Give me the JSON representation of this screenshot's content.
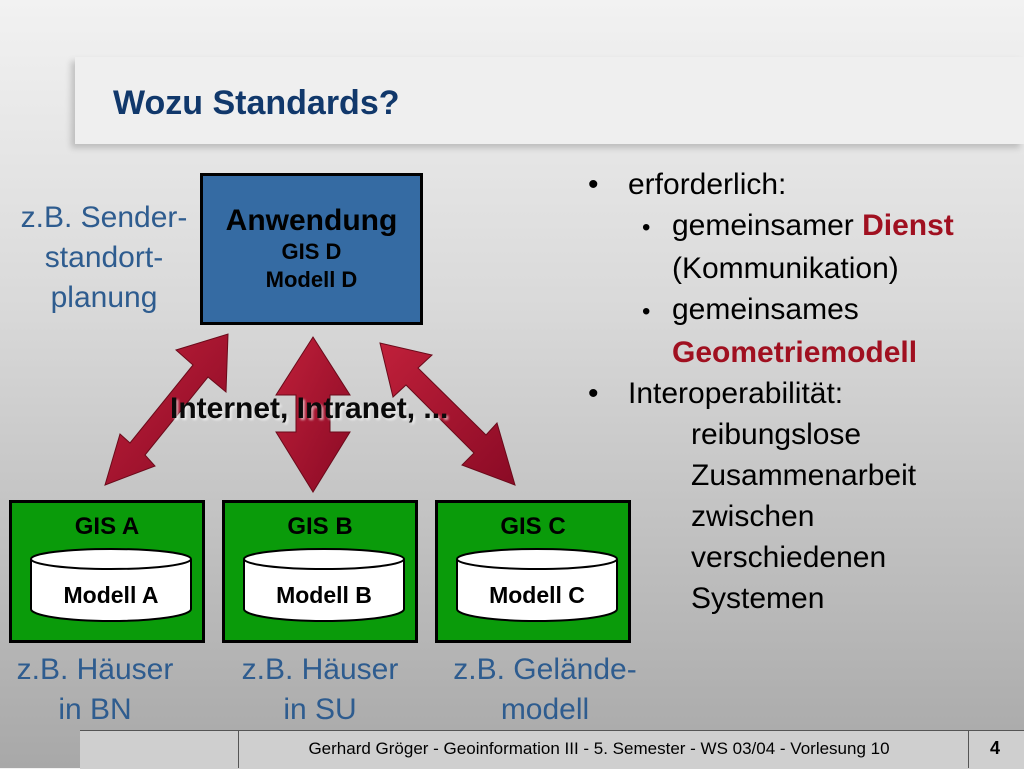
{
  "title": "Wozu Standards?",
  "application": {
    "name": "Anwendung",
    "gis": "GIS D",
    "model": "Modell D"
  },
  "side_label_lines": [
    "z.B. Sender-",
    "standort-",
    "planung"
  ],
  "network_label": "Internet, Intranet, ...",
  "systems": [
    {
      "gis": "GIS A",
      "model": "Modell A",
      "caption_lines": [
        "z.B. Häuser",
        "in BN"
      ]
    },
    {
      "gis": "GIS B",
      "model": "Modell B",
      "caption_lines": [
        "z.B. Häuser",
        "in SU"
      ]
    },
    {
      "gis": "GIS C",
      "model": "Modell C",
      "caption_lines": [
        "z.B. Gelände-",
        "modell"
      ]
    }
  ],
  "bullets": {
    "b1": "erforderlich:",
    "sub1_pre": "gemeinsamer ",
    "sub1_red": "Dienst",
    "sub1_cont": "(Kommunikation)",
    "sub2_pre": "gemeinsames",
    "sub2_red": "Geometriemodell",
    "b2": "Interoperabilität:",
    "b2_lines": [
      "reibungslose",
      "Zusammenarbeit",
      "zwischen",
      "verschiedenen",
      "Systemen"
    ]
  },
  "footer": {
    "text": "Gerhard Gröger  -  Geoinformation III  -  5. Semester  -  WS 03/04  -  Vorlesung 10",
    "page": "4"
  },
  "colors": {
    "title": "#11386b",
    "blue_box": "#356ba3",
    "green_box": "#0a9b0a",
    "arrow": "#a01030",
    "label_blue": "#2e5c8f",
    "highlight_red": "#a01020"
  }
}
